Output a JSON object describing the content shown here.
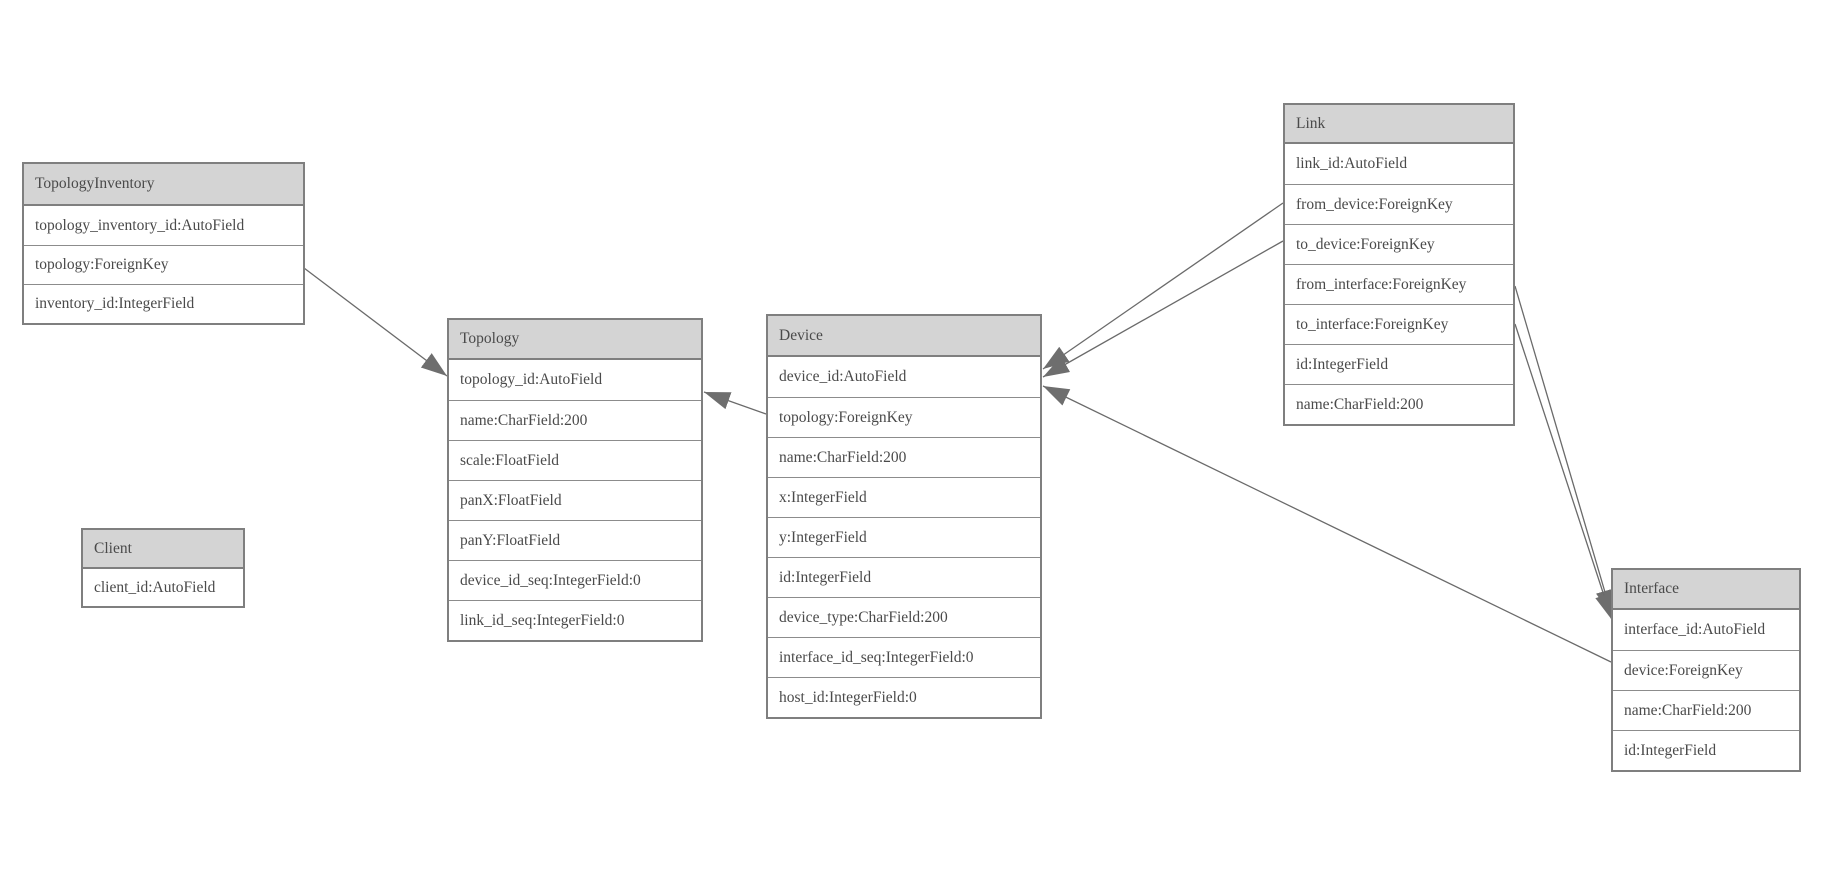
{
  "diagram": {
    "title": "model-diagram",
    "colors": {
      "background": "#ffffff",
      "header_fill": "#d4d4d4",
      "table_border": "#7f7f7f",
      "row_divider": "#8c8c8c",
      "text": "#4a4a4a",
      "edge_line": "#6a6a6a",
      "arrowhead_fill": "#6e6e6e"
    },
    "entities": [
      {
        "name": "TopologyInventory",
        "fields": [
          "topology_inventory_id:AutoField",
          "topology:ForeignKey",
          "inventory_id:IntegerField"
        ]
      },
      {
        "name": "Topology",
        "fields": [
          "topology_id:AutoField",
          "name:CharField:200",
          "scale:FloatField",
          "panX:FloatField",
          "panY:FloatField",
          "device_id_seq:IntegerField:0",
          "link_id_seq:IntegerField:0"
        ]
      },
      {
        "name": "Client",
        "fields": [
          "client_id:AutoField"
        ]
      },
      {
        "name": "Device",
        "fields": [
          "device_id:AutoField",
          "topology:ForeignKey",
          "name:CharField:200",
          "x:IntegerField",
          "y:IntegerField",
          "id:IntegerField",
          "device_type:CharField:200",
          "interface_id_seq:IntegerField:0",
          "host_id:IntegerField:0"
        ]
      },
      {
        "name": "Link",
        "fields": [
          "link_id:AutoField",
          "from_device:ForeignKey",
          "to_device:ForeignKey",
          "from_interface:ForeignKey",
          "to_interface:ForeignKey",
          "id:IntegerField",
          "name:CharField:200"
        ]
      },
      {
        "name": "Interface",
        "fields": [
          "interface_id:AutoField",
          "device:ForeignKey",
          "name:CharField:200",
          "id:IntegerField"
        ]
      }
    ],
    "relationships": [
      {
        "from": "TopologyInventory.topology",
        "to": "Topology.topology_id"
      },
      {
        "from": "Device.topology",
        "to": "Topology.topology_id"
      },
      {
        "from": "Link.from_device",
        "to": "Device.device_id"
      },
      {
        "from": "Link.to_device",
        "to": "Device.device_id"
      },
      {
        "from": "Link.from_interface",
        "to": "Interface.interface_id"
      },
      {
        "from": "Link.to_interface",
        "to": "Interface.interface_id"
      },
      {
        "from": "Interface.device",
        "to": "Device.device_id"
      }
    ]
  }
}
